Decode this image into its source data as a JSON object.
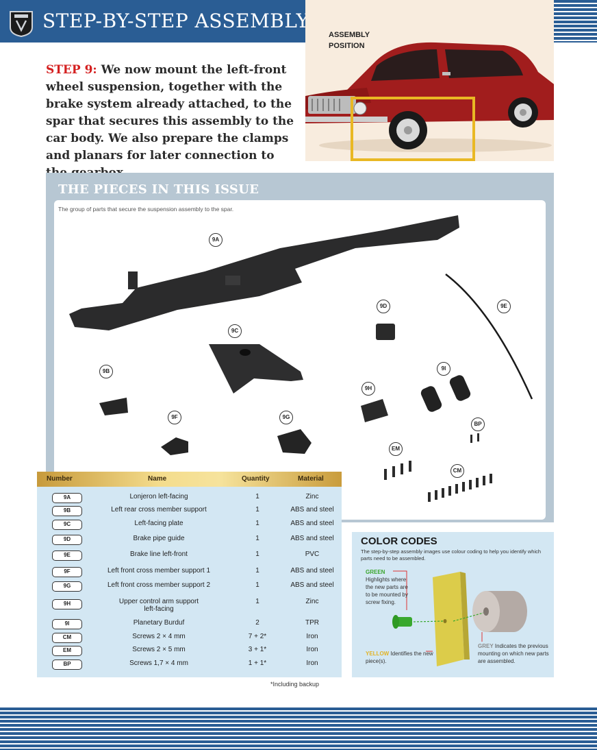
{
  "header": {
    "title": "STEP-BY-STEP ASSEMBLY"
  },
  "hero": {
    "label_line1": "ASSEMBLY",
    "label_line2": "POSITION"
  },
  "step": {
    "label": "STEP 9:",
    "text": " We now mount the left-front wheel suspension, together with the brake system already attached, to the spar that secures this assembly to the car body. We also prepare the clamps and planars for later connection to the gearbox."
  },
  "pieces": {
    "title": "THE PIECES IN THIS ISSUE",
    "subtitle": "The group of parts that secure the suspension assembly to the spar.",
    "callouts": [
      "9A",
      "9B",
      "9C",
      "9D",
      "9E",
      "9F",
      "9G",
      "9H",
      "9I",
      "BP",
      "EM",
      "CM"
    ]
  },
  "table": {
    "headers": {
      "number": "Number",
      "name": "Name",
      "quantity": "Quantity",
      "material": "Material"
    },
    "rows": [
      {
        "number": "9A",
        "name": "Lonjeron left-facing",
        "quantity": "1",
        "material": "Zinc"
      },
      {
        "number": "9B",
        "name": "Left rear cross member support",
        "quantity": "1",
        "material": "ABS and steel"
      },
      {
        "number": "9C",
        "name": "Left-facing plate",
        "quantity": "1",
        "material": "ABS and steel"
      },
      {
        "number": "9D",
        "name": "Brake pipe guide",
        "quantity": "1",
        "material": "ABS and steel"
      },
      {
        "number": "9E",
        "name": "Brake line left-front",
        "quantity": "1",
        "material": "PVC"
      },
      {
        "number": "9F",
        "name": "Left front cross member support 1",
        "quantity": "1",
        "material": "ABS and steel"
      },
      {
        "number": "9G",
        "name": "Left front cross member support 2",
        "quantity": "1",
        "material": "ABS and steel"
      },
      {
        "number": "9H",
        "name_line1": "Upper control arm support",
        "name_line2": "left-facing",
        "quantity": "1",
        "material": "Zinc"
      },
      {
        "number": "9I",
        "name": "Planetary Burduf",
        "quantity": "2",
        "material": "TPR"
      },
      {
        "number": "CM",
        "name": "Screws 2 × 4 mm",
        "quantity": "7 + 2*",
        "material": "Iron"
      },
      {
        "number": "EM",
        "name": "Screws 2 × 5 mm",
        "quantity": "3 + 1*",
        "material": "Iron"
      },
      {
        "number": "BP",
        "name": "Screws 1,7 × 4 mm",
        "quantity": "1 + 1*",
        "material": "Iron"
      }
    ],
    "footnote": "*Including backup"
  },
  "color_codes": {
    "title": "COLOR CODES",
    "description": "The step-by-step assembly images use colour coding to help you identify which parts need to be assembled.",
    "green_keyword": "GREEN",
    "green_text": "Highlights where the new parts are to be mounted by screw fixing.",
    "yellow_keyword": "YELLOW",
    "yellow_text": " Identifies the new piece(s).",
    "grey_keyword": "GREY",
    "grey_text": " Indicates the previous mounting on which new parts are assembled.",
    "colors": {
      "green": "#3aa52b",
      "yellow": "#e2b325",
      "grey": "#8a8a8a"
    }
  },
  "colors": {
    "brand_blue": "#2a5d94",
    "step_red": "#d42020",
    "panel_blue": "#b7c7d3",
    "table_bg": "#d3e7f3"
  }
}
